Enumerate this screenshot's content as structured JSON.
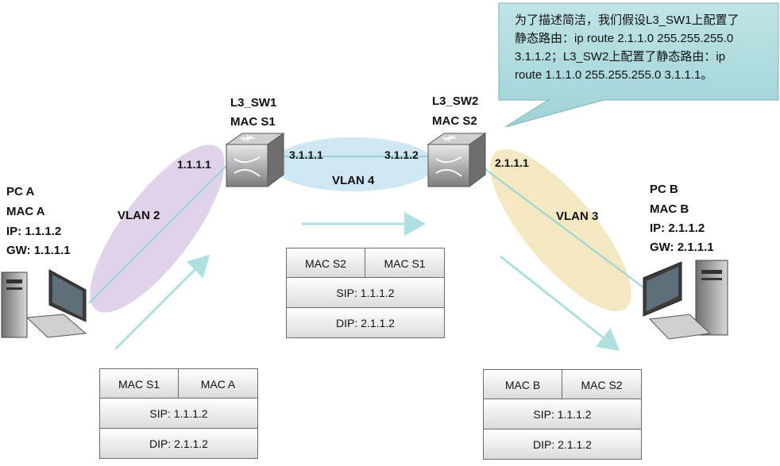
{
  "switches": {
    "sw1": {
      "name": "L3_SW1",
      "mac": "MAC  S1"
    },
    "sw2": {
      "name": "L3_SW2",
      "mac": "MAC  S2"
    }
  },
  "hosts": {
    "pc_a": {
      "name": "PC A",
      "mac": "MAC  A",
      "ip": "IP: 1.1.1.2",
      "gw": "GW: 1.1.1.1"
    },
    "pc_b": {
      "name": "PC B",
      "mac": "MAC  B",
      "ip": "IP: 2.1.1.2",
      "gw": "GW: 2.1.1.1"
    }
  },
  "interfaces": {
    "sw1_vlan2": "1.1.1.1",
    "sw1_vlan4": "3.1.1.1",
    "sw2_vlan4": "3.1.1.2",
    "sw2_vlan3": "2.1.1.1"
  },
  "vlans": {
    "vlan2": "VLAN 2",
    "vlan3": "VLAN 3",
    "vlan4": "VLAN 4"
  },
  "callout": {
    "lines": [
      "为了描述简洁，我们假设L3_SW1上配置了",
      "静态路由：ip route 2.1.1.0 255.255.255.0",
      "3.1.1.2；L3_SW2上配置了静态路由：ip",
      "route 1.1.1.0 255.255.255.0 3.1.1.1。"
    ]
  },
  "frames": {
    "left": {
      "dst_mac": "MAC  S1",
      "src_mac": "MAC   A",
      "sip": "SIP:  1.1.1.2",
      "dip": "DIP:  2.1.1.2"
    },
    "middle": {
      "dst_mac": "MAC   S2",
      "src_mac": "MAC   S1",
      "sip": "SIP:  1.1.1.2",
      "dip": "DIP:  2.1.1.2"
    },
    "right": {
      "dst_mac": "MAC   B",
      "src_mac": "MAC   S2",
      "sip": "SIP:  1.1.1.2",
      "dip": "DIP:  2.1.1.2"
    }
  },
  "colors": {
    "vlan2": "#ddcde6",
    "vlan3": "#f3e7c0",
    "vlan4": "#cfe6f3",
    "callout_fill": "#a9d8db",
    "arrow": "#aee0e0"
  }
}
